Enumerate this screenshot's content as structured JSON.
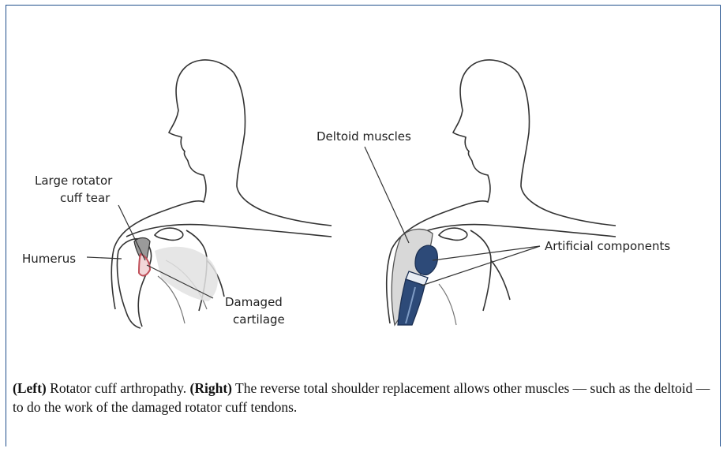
{
  "labels": {
    "large_rotator_cuff_tear_line1": "Large rotator",
    "large_rotator_cuff_tear_line2": "cuff tear",
    "humerus": "Humerus",
    "damaged_cartilage_line1": "Damaged",
    "damaged_cartilage_line2": "cartilage",
    "deltoid_muscles": "Deltoid muscles",
    "artificial_components": "Artificial components"
  },
  "caption": {
    "left_tag": "(Left)",
    "left_text": " Rotator cuff arthropathy. ",
    "right_tag": "(Right)",
    "right_text": " The reverse total shoulder replacement allows other muscles — such as the deltoid — to do the work of the damaged rotator cuff tendons."
  },
  "colors": {
    "frame": "#1f4e8c",
    "line": "#333333",
    "damage": "#c0505a",
    "implant": "#2d4a78",
    "muscle": "#d8d8d8"
  }
}
